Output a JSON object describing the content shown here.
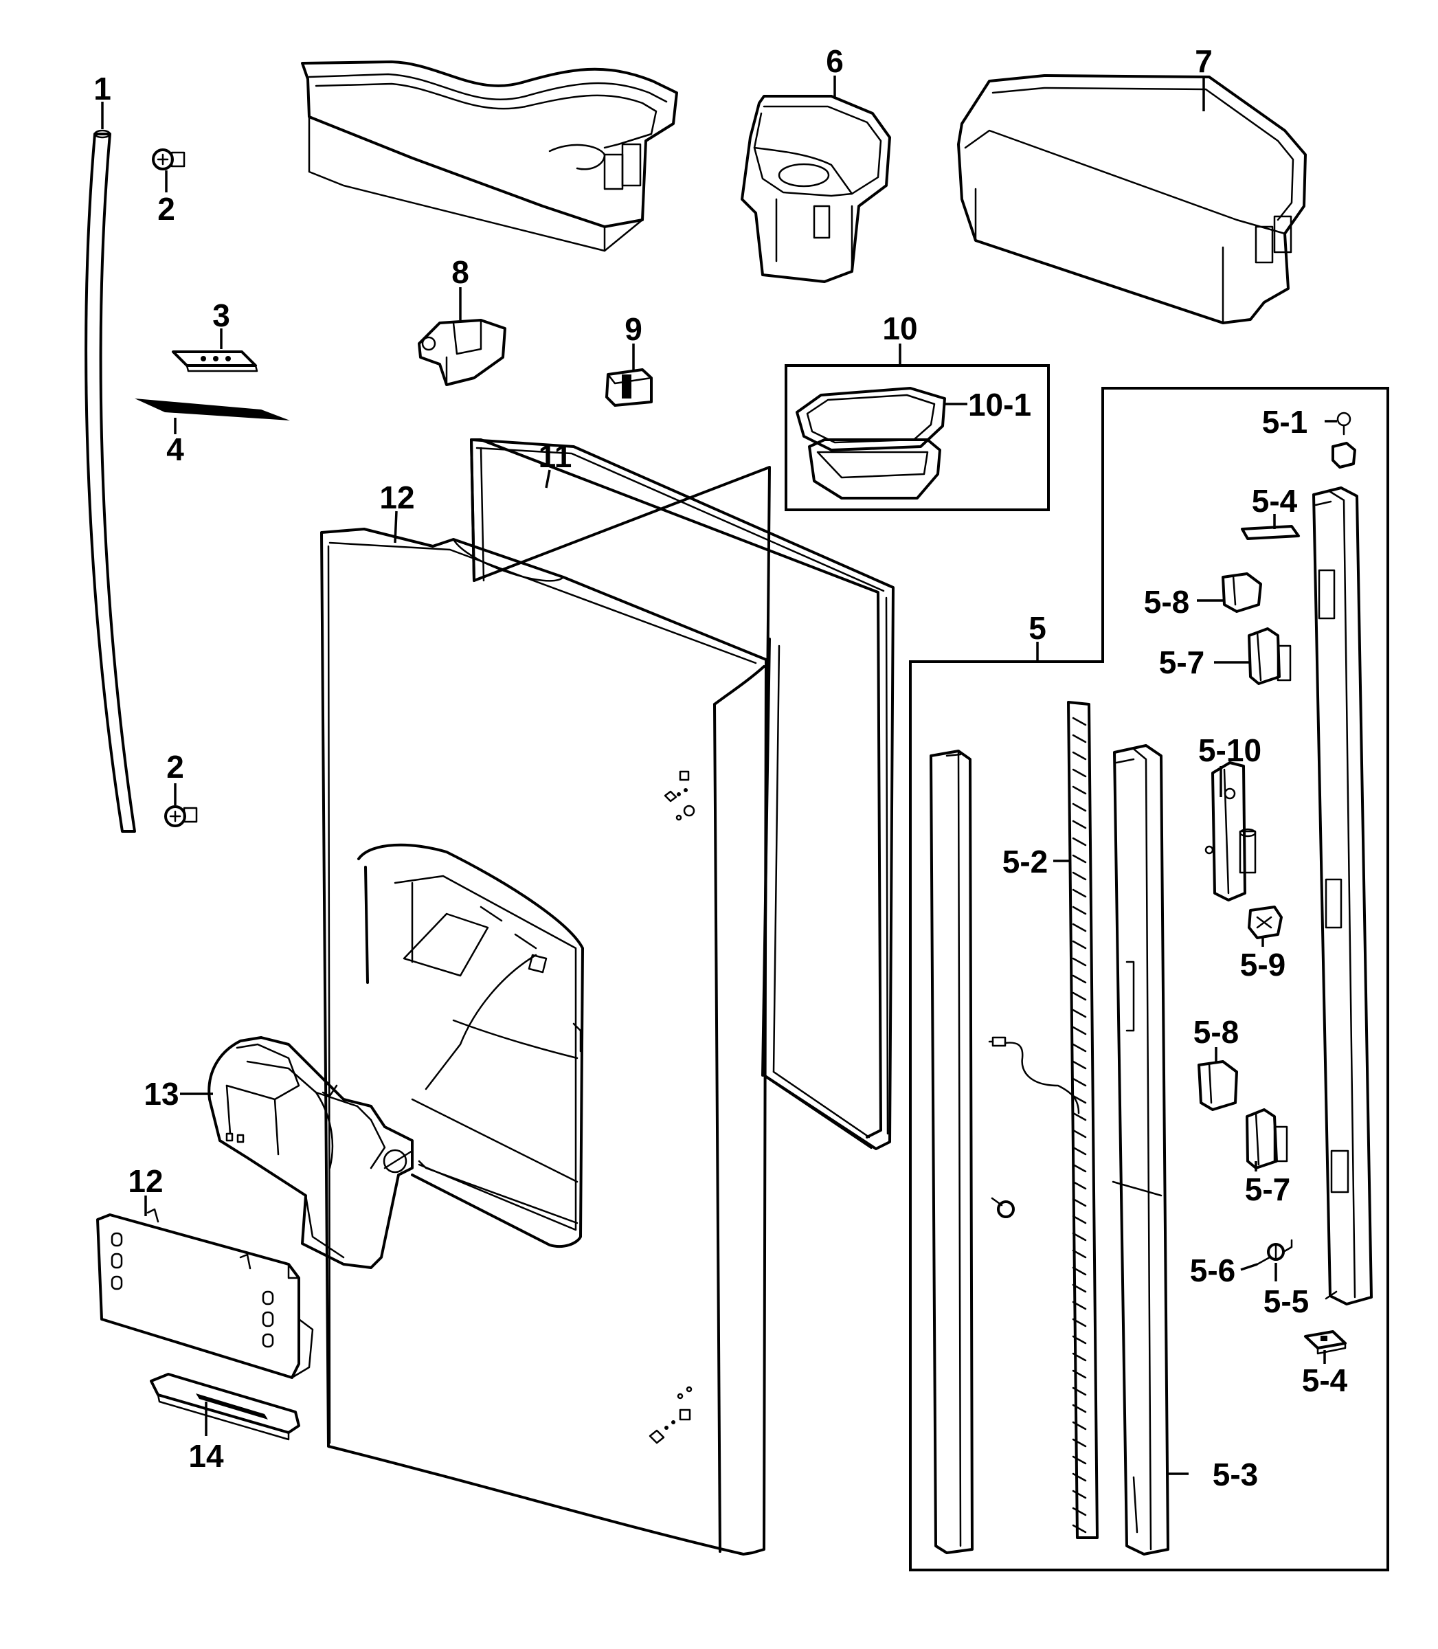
{
  "diagram": {
    "callouts": [
      {
        "id": "c1",
        "text": "1"
      },
      {
        "id": "c2a",
        "text": "2"
      },
      {
        "id": "c2b",
        "text": "2"
      },
      {
        "id": "c3",
        "text": "3"
      },
      {
        "id": "c4",
        "text": "4"
      },
      {
        "id": "c5",
        "text": "5"
      },
      {
        "id": "c5_1",
        "text": "5-1"
      },
      {
        "id": "c5_2",
        "text": "5-2"
      },
      {
        "id": "c5_3",
        "text": "5-3"
      },
      {
        "id": "c5_4a",
        "text": "5-4"
      },
      {
        "id": "c5_4b",
        "text": "5-4"
      },
      {
        "id": "c5_5",
        "text": "5-5"
      },
      {
        "id": "c5_6",
        "text": "5-6"
      },
      {
        "id": "c5_7a",
        "text": "5-7"
      },
      {
        "id": "c5_7b",
        "text": "5-7"
      },
      {
        "id": "c5_8a",
        "text": "5-8"
      },
      {
        "id": "c5_8b",
        "text": "5-8"
      },
      {
        "id": "c5_9",
        "text": "5-9"
      },
      {
        "id": "c5_10",
        "text": "5-10"
      },
      {
        "id": "c6",
        "text": "6"
      },
      {
        "id": "c7",
        "text": "7"
      },
      {
        "id": "c8",
        "text": "8"
      },
      {
        "id": "c9",
        "text": "9"
      },
      {
        "id": "c10",
        "text": "10"
      },
      {
        "id": "c10_1",
        "text": "10-1"
      },
      {
        "id": "c11",
        "text": "11"
      },
      {
        "id": "c12a",
        "text": "12"
      },
      {
        "id": "c12b",
        "text": "12"
      },
      {
        "id": "c13",
        "text": "13"
      },
      {
        "id": "c14",
        "text": "14"
      }
    ]
  }
}
